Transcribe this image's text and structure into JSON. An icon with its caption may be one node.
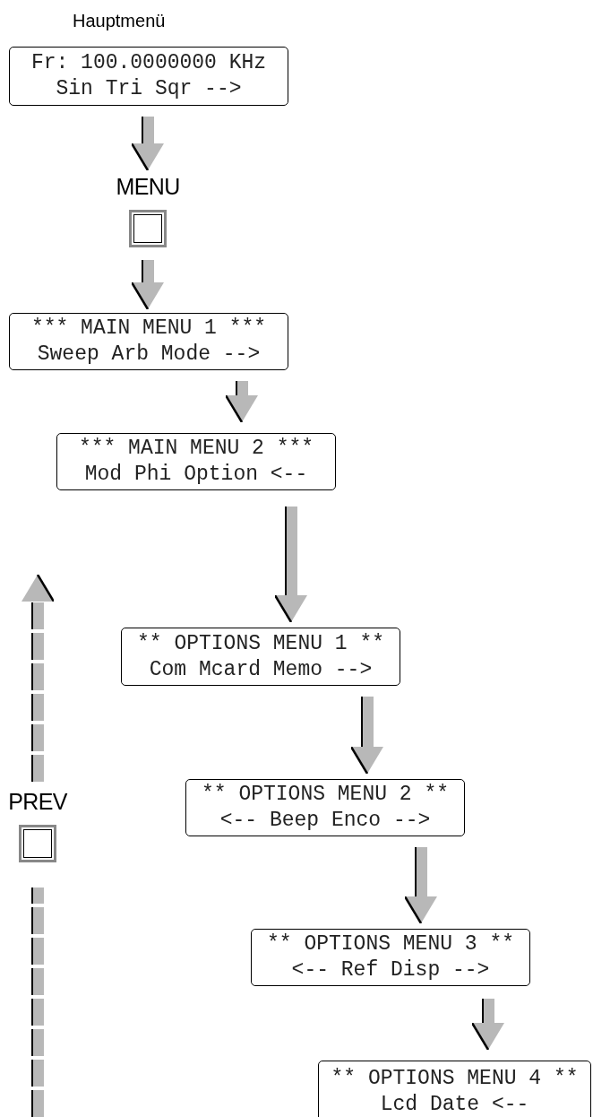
{
  "diagram": {
    "nodes": [
      {
        "text": [
          "Fr: 100.0000000 KHz",
          "Sin Tri Sqr -->"
        ],
        "beside": [
          "Hauptmenü"
        ]
      },
      {
        "text": [
          "MENU"
        ]
      },
      {
        "text": [
          "*** MAIN MENU 1 ***",
          "Sweep Arb Mode -->"
        ]
      },
      {
        "text": [
          "*** MAIN MENU 2 ***",
          "Mod Phi Option <--"
        ]
      },
      {
        "text": [
          "** OPTIONS MENU 1 **",
          "Com Mcard Memo -->"
        ]
      },
      {
        "text": [
          "** OPTIONS MENU 2 **",
          "<-- Beep Enco -->"
        ]
      },
      {
        "text": [
          "** OPTIONS MENU 3 **",
          "<-- Ref Disp -->"
        ]
      },
      {
        "text": [
          "** OPTIONS MENU 4 **",
          "Lcd Date <--"
        ]
      },
      {
        "text": [
          "PREV"
        ]
      }
    ],
    "edges": [
      {
        "from": 0,
        "to": 1,
        "arrow": "to"
      },
      {
        "from": 1,
        "to": 2,
        "arrow": "to"
      },
      {
        "from": 2,
        "to": 3,
        "arrow": "to"
      },
      {
        "from": 3,
        "to": 4,
        "arrow": "to"
      },
      {
        "from": 4,
        "to": 5,
        "arrow": "to"
      },
      {
        "from": 5,
        "to": 6,
        "arrow": "to"
      },
      {
        "from": 6,
        "to": 7,
        "arrow": "to"
      },
      {
        "from": 8,
        "to": null,
        "arrow": "to",
        "style": "dashed"
      },
      {
        "from": null,
        "to": 8,
        "arrow": "none",
        "style": "dashed"
      }
    ]
  }
}
